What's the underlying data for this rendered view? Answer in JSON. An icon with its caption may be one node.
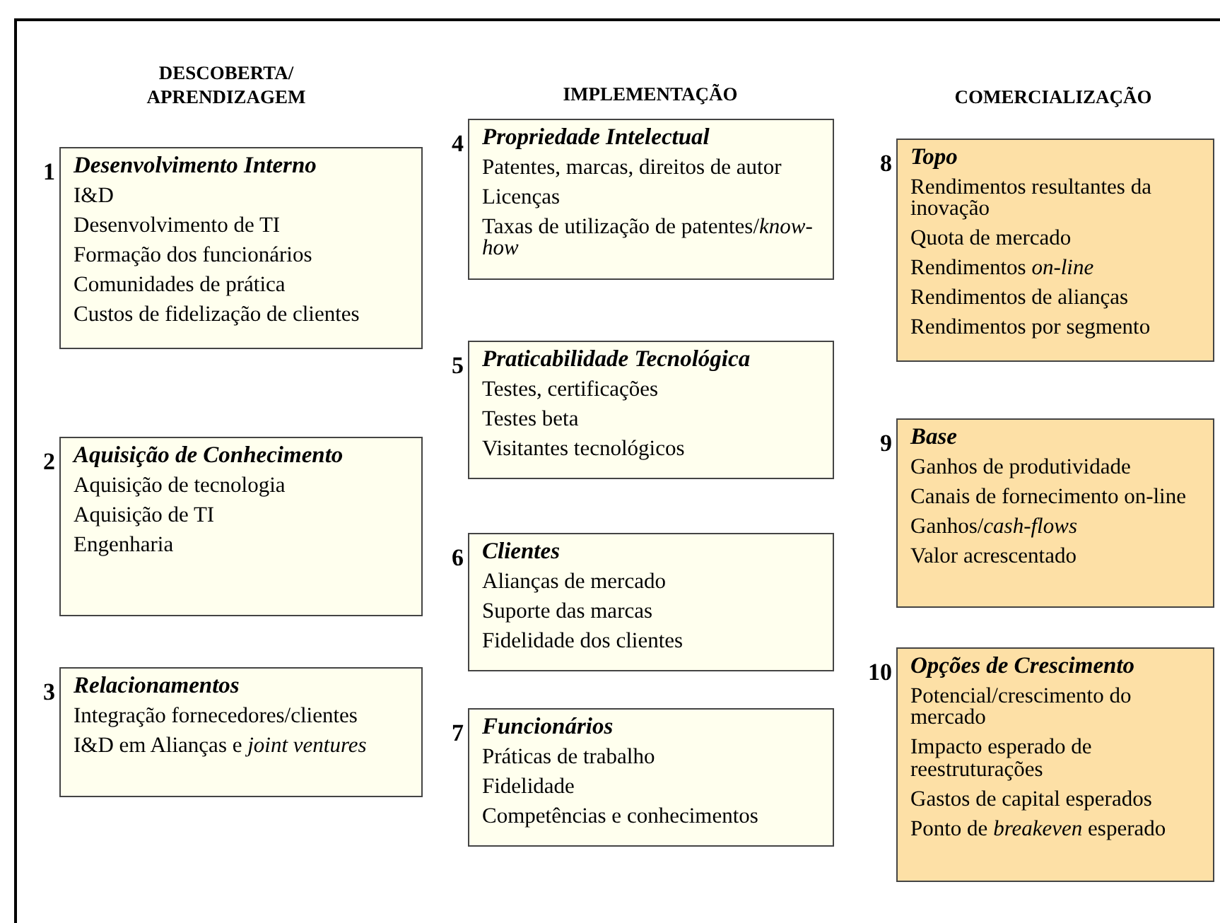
{
  "diagram": {
    "nodes": [
      {
        "text": [
          "Desenvolvimento Interno",
          "I&D",
          "Desenvolvimento de TI",
          "Formação dos funcionários",
          "Comunidades de prática",
          "Custos de fidelização de clientes"
        ],
        "beside": [
          "1"
        ]
      },
      {
        "text": [
          "Aquisição de Conhecimento",
          "Aquisição de tecnologia",
          "Aquisição de TI",
          "Engenharia"
        ],
        "beside": [
          "2"
        ]
      },
      {
        "text": [
          "Relacionamentos",
          "Integração fornecedores/clientes",
          "I&D em Alianças e *joint ventures*"
        ],
        "beside": [
          "3"
        ]
      },
      {
        "text": [
          "Propriedade Intelectual",
          "Patentes, marcas, direitos de autor",
          "Licenças",
          "Taxas de utilização de patentes/*know-how*"
        ],
        "beside": [
          "4"
        ]
      },
      {
        "text": [
          "Praticabilidade Tecnológica",
          "Testes, certificações",
          "Testes beta",
          "Visitantes tecnológicos"
        ],
        "beside": [
          "5"
        ]
      },
      {
        "text": [
          "Clientes",
          "Alianças de mercado",
          "Suporte das marcas",
          "Fidelidade dos clientes"
        ],
        "beside": [
          "6"
        ]
      },
      {
        "text": [
          "Funcionários",
          "Práticas de trabalho",
          "Fidelidade",
          "Competências e conhecimentos"
        ],
        "beside": [
          "7"
        ]
      },
      {
        "text": [
          "Topo",
          "Rendimentos resultantes da inovação",
          "Quota de mercado",
          "Rendimentos *on-line*",
          "Rendimentos de alianças",
          "Rendimentos por segmento"
        ],
        "beside": [
          "8"
        ]
      },
      {
        "text": [
          "Base",
          "Ganhos de produtividade",
          "Canais de fornecimento on-line",
          "Ganhos/*cash-flows*",
          "Valor acrescentado"
        ],
        "beside": [
          "9"
        ]
      },
      {
        "text": [
          "Opções de Crescimento",
          "Potencial/crescimento do mercado",
          "Impacto esperado de reestruturações",
          "Gastos de capital esperados",
          "Ponto de *breakeven* esperado"
        ],
        "beside": [
          "10"
        ]
      }
    ],
    "labels": [
      "DESCOBERTA/ APRENDIZAGEM",
      "IMPLEMENTAÇÃO",
      "COMERCIALIZAÇÃO"
    ]
  }
}
